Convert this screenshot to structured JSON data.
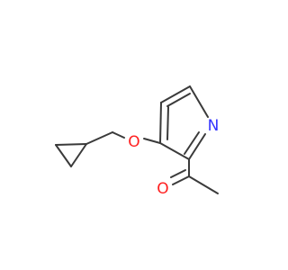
{
  "molecule": {
    "atoms": {
      "nitrogen": {
        "symbol": "N",
        "color": "#3333ff"
      },
      "ether_oxygen": {
        "symbol": "O",
        "color": "#ff2020"
      },
      "carbonyl_oxygen": {
        "symbol": "O",
        "color": "#ff2020"
      }
    },
    "bond_color": "#3a3a3a"
  }
}
